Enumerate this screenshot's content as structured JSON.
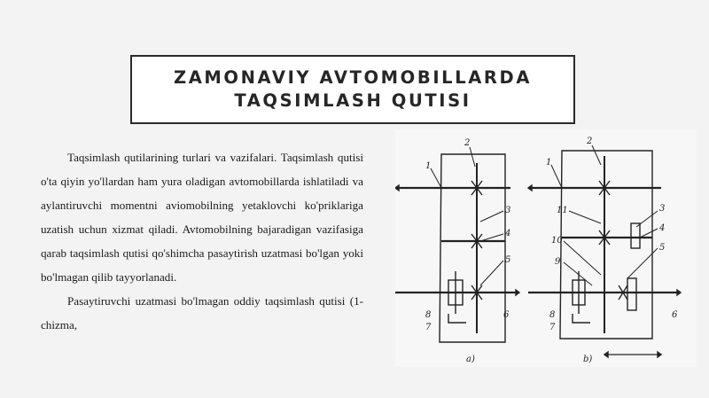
{
  "title": {
    "line1": "ZAMONAVIY AVTOMOBILLARDA",
    "line2": "TAQSIMLASH QUTISI"
  },
  "body": {
    "paragraph1": "Taqsimlash qutilarining turlari va vazifalari. Taqsimlash qutisi o'ta qiyin yo'llardan ham yura oladigan avtomobillarda ishlatiladi va aylantiruvchi momentni aviomobilning yetaklovchi ko'priklariga uzatish uchun xizmat qiladi. Avtomobilning bajaradigan vazifasiga qarab taqsimlash qutisi qo'shimcha pasaytirish uzatmasi bo'lgan yoki bo'lmagan qilib tayyorlanadi.",
    "paragraph2": "Pasaytiruvchi uzatmasi bo'lmagan oddiy taqsimlash qutisi (1-chizma,"
  },
  "diagram": {
    "a": {
      "caption": "a)",
      "labels": [
        "1",
        "2",
        "3",
        "4",
        "5",
        "6",
        "7",
        "8"
      ]
    },
    "b": {
      "caption": "b)",
      "labels": [
        "1",
        "2",
        "11",
        "3",
        "4",
        "10",
        "9",
        "5",
        "6",
        "8",
        "7"
      ]
    }
  }
}
